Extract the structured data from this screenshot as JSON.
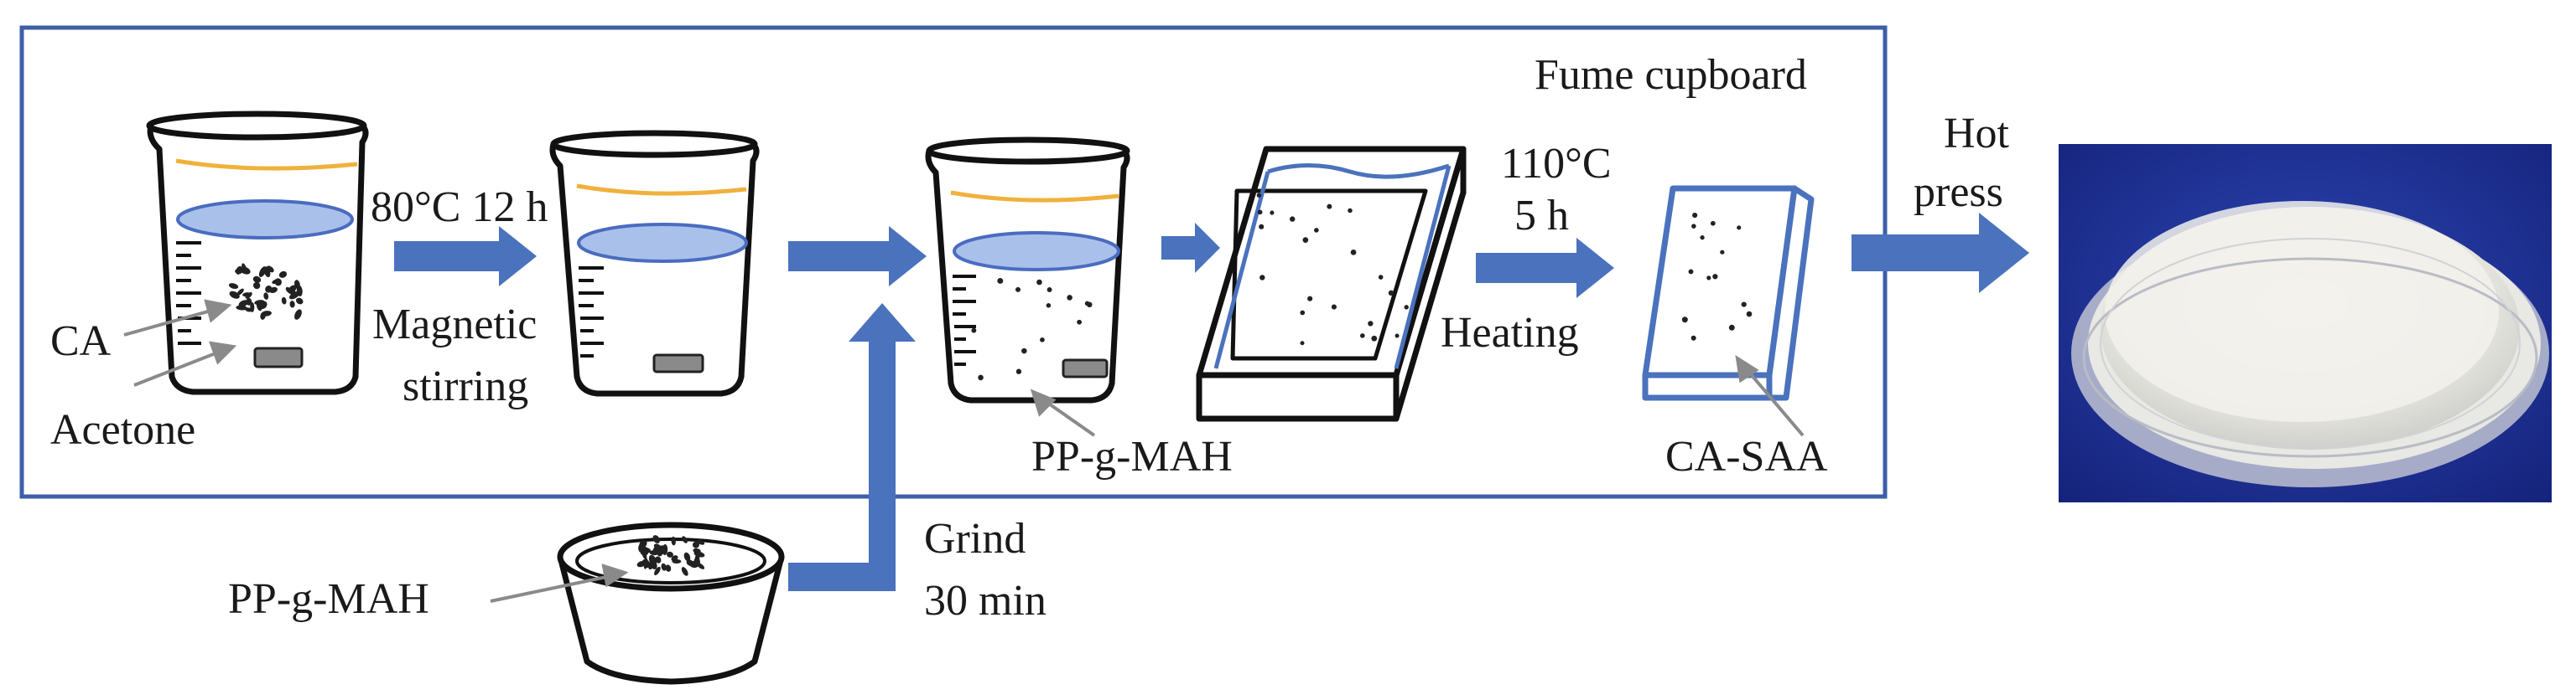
{
  "labels": {
    "fume_cupboard": "Fume cupboard",
    "ca": "CA",
    "acetone": "Acetone",
    "temp_time_1": "80°C 12 h",
    "magnetic": "Magnetic",
    "stirring": "stirring",
    "pp_g_mah_beaker": "PP-g-MAH",
    "pp_g_mah_bowl": "PP-g-MAH",
    "grind": "Grind",
    "grind_time": "30 min",
    "temp_2": "110°C",
    "time_2": "5 h",
    "heating": "Heating",
    "ca_saa": "CA-SAA",
    "hot": "Hot",
    "press": "press"
  },
  "colors": {
    "frame": "#3d5fa8",
    "arrow": "#4a72bd",
    "liquid": "#a9c0ea",
    "liquid_edge": "#4a6cc0",
    "rim_line": "#f0b13c",
    "ink": "#111111",
    "bar": "#8a8a8a"
  }
}
